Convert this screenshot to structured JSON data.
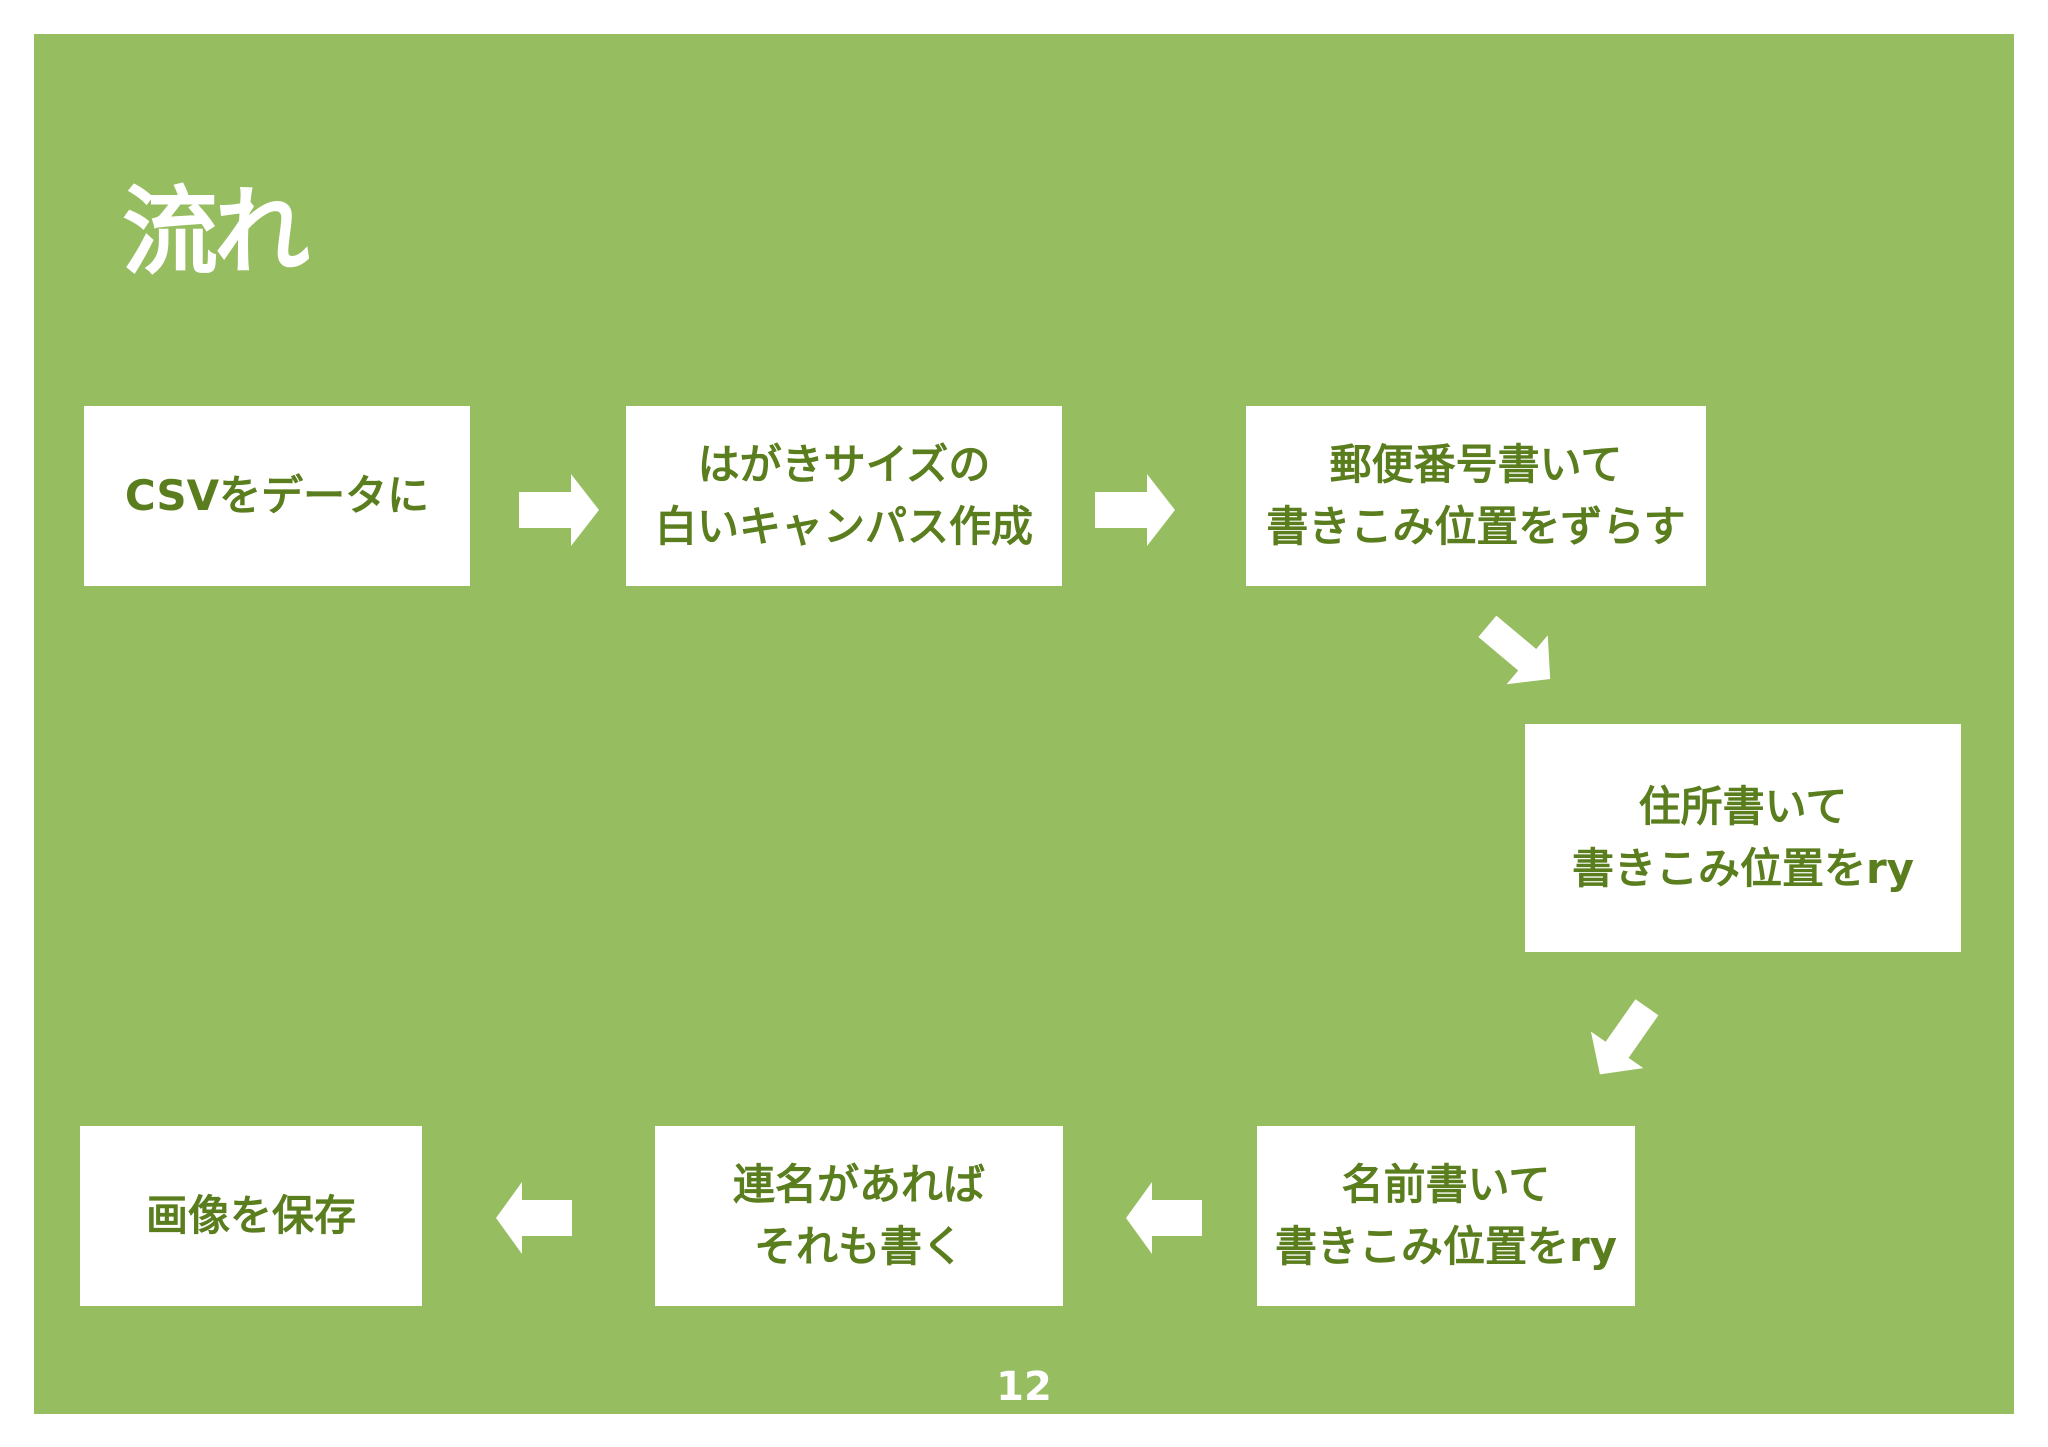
{
  "slide": {
    "title": "流れ",
    "page_number": "12"
  },
  "flow": {
    "steps": [
      {
        "lines": [
          "CSVをデータに"
        ]
      },
      {
        "lines": [
          "はがきサイズの",
          "白いキャンパス作成"
        ]
      },
      {
        "lines": [
          "郵便番号書いて",
          "書きこみ位置をずらす"
        ]
      },
      {
        "lines": [
          "住所書いて",
          "書きこみ位置をry"
        ]
      },
      {
        "lines": [
          "名前書いて",
          "書きこみ位置をry"
        ]
      },
      {
        "lines": [
          "連名があれば",
          "それも書く"
        ]
      },
      {
        "lines": [
          "画像を保存"
        ]
      }
    ]
  },
  "colors": {
    "background": "#96bd5f",
    "box": "#ffffff",
    "box_text": "#5a7d1e",
    "arrow": "#ffffff"
  }
}
